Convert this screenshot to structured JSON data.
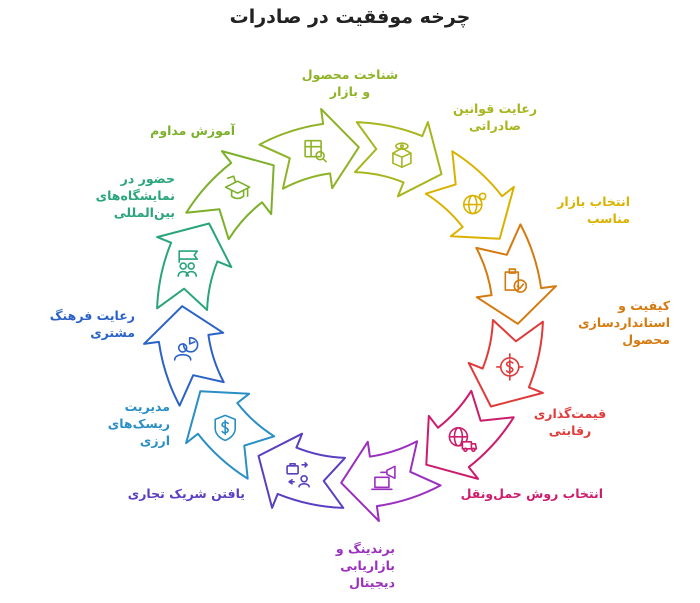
{
  "title": "چرخه موفقیت در صادرات",
  "steps": [
    {
      "label": "شناخت محصول\nو بازار",
      "color": "#8fb226",
      "icon": "table-search-icon"
    },
    {
      "label": "رعایت قوانین\nصادراتی",
      "color": "#a8b51f",
      "icon": "box-eye-icon"
    },
    {
      "label": "انتخاب بازار\nمناسب",
      "color": "#d9b200",
      "icon": "globe-leaf-icon"
    },
    {
      "label": "کیفیت و\nاستانداردسازی\nمحصول",
      "color": "#d47a0f",
      "icon": "clipboard-check-icon"
    },
    {
      "label": "قیمت‌گذاری\nرقابتی",
      "color": "#e03a3a",
      "icon": "dollar-target-icon"
    },
    {
      "label": "انتخاب روش حمل‌ونقل",
      "color": "#cc1d6c",
      "icon": "globe-truck-icon"
    },
    {
      "label": "برندینگ و\nبازاریابی\nدیجیتال",
      "color": "#9b2fbf",
      "icon": "laptop-megaphone-icon"
    },
    {
      "label": "یافتن شریک تجاری",
      "color": "#5a3fc0",
      "icon": "briefcase-person-icon"
    },
    {
      "label": "مدیریت\nریسک‌های\nارزی",
      "color": "#2a8fc4",
      "icon": "shield-dollar-icon"
    },
    {
      "label": "رعایت فرهنگ\nمشتری",
      "color": "#2a62c7",
      "icon": "person-chart-icon"
    },
    {
      "label": "حضور در\nنمایشگاه‌های\nبین‌المللی",
      "color": "#2aa57a",
      "icon": "people-flag-icon"
    },
    {
      "label": "آموزش مداوم",
      "color": "#7cb02a",
      "icon": "graduation-cap-icon"
    }
  ]
}
